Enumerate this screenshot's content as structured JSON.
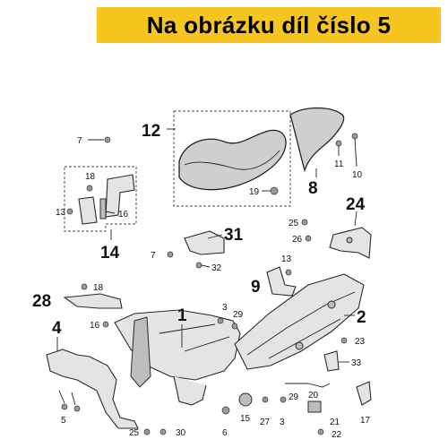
{
  "banner": {
    "text": "Na obrázku díl číslo 5",
    "color": "#f6c520"
  },
  "labels_big": {
    "l1": "1",
    "l2": "2",
    "l4": "4",
    "l8": "8",
    "l9": "9",
    "l12": "12",
    "l14": "14",
    "l24": "24",
    "l28": "28",
    "l31": "31"
  },
  "labels_small": {
    "s7a": "7",
    "s7b": "7",
    "s18a": "18",
    "s13a": "13",
    "s16a": "16",
    "s19": "19",
    "s11": "11",
    "s10": "10",
    "s25a": "25",
    "s26": "26",
    "s32": "32",
    "s13b": "13",
    "s18b": "18",
    "s16b": "16",
    "s3a": "3",
    "s29a": "29",
    "s23": "23",
    "s33": "33",
    "s5": "5",
    "s15": "15",
    "s27": "27",
    "s3b": "3",
    "s29b": "29",
    "s20": "20",
    "s21": "21",
    "s22": "22",
    "s17": "17",
    "s25b": "25",
    "s30": "30",
    "s6": "6"
  }
}
